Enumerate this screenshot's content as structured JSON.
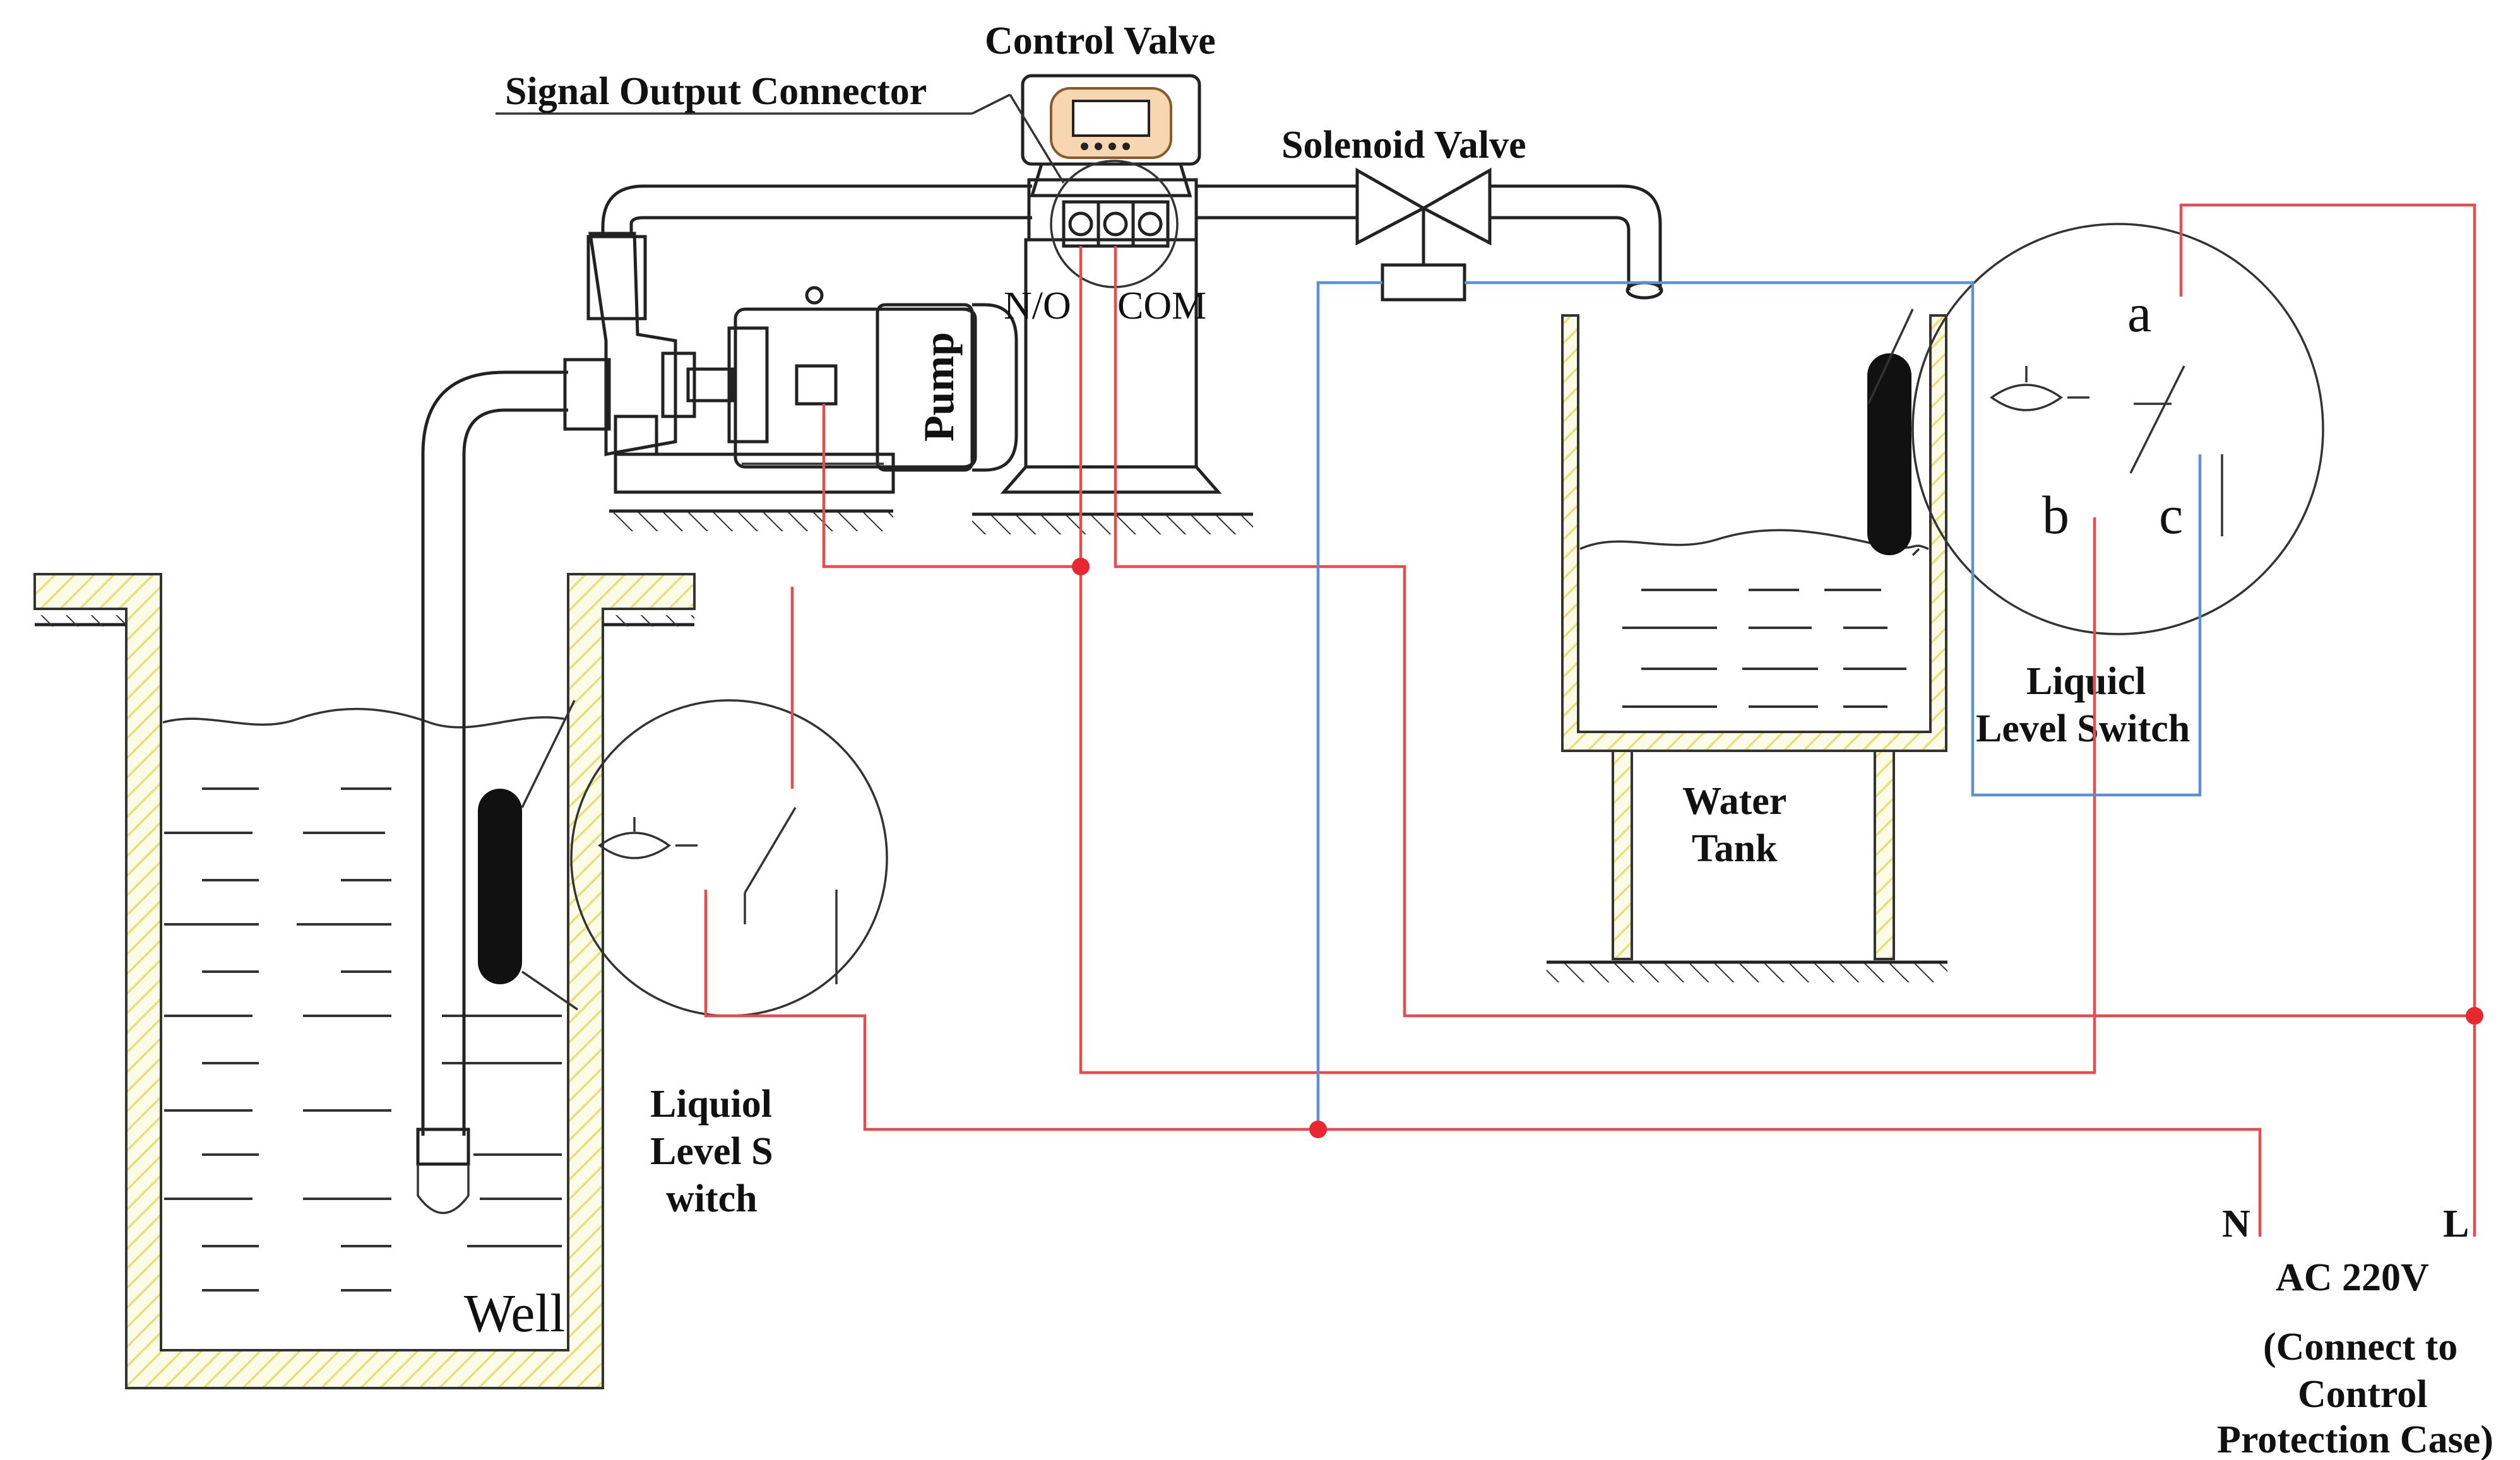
{
  "labels": {
    "control_valve": "Control Valve",
    "signal_output_connector": "Signal Output Connector",
    "solenoid_valve": "Solenoid Valve",
    "no_terminal": "N/O",
    "com_terminal": "COM",
    "pump": "Pump",
    "water_tank_line1": "Water",
    "water_tank_line2": "Tank",
    "tank_switch_line1": "Liquicl",
    "tank_switch_line2": "Level Switch",
    "switch_a": "a",
    "switch_b": "b",
    "switch_c": "c",
    "well_switch_line1": "Liquiol",
    "well_switch_line2": "Level S",
    "well_switch_line3": "witch",
    "well": "Well",
    "neutral": "N",
    "live": "L",
    "power": "AC 220V",
    "power_note_line1": "(Connect to",
    "power_note_line2": "Control",
    "power_note_line3": "Protection Case)"
  },
  "colors": {
    "wire_red": "#e84a4f",
    "wire_blue": "#5b8fd6",
    "junction_dot": "#e8272f",
    "hatch_yellow": "#e6e07a",
    "float": "#111111"
  }
}
